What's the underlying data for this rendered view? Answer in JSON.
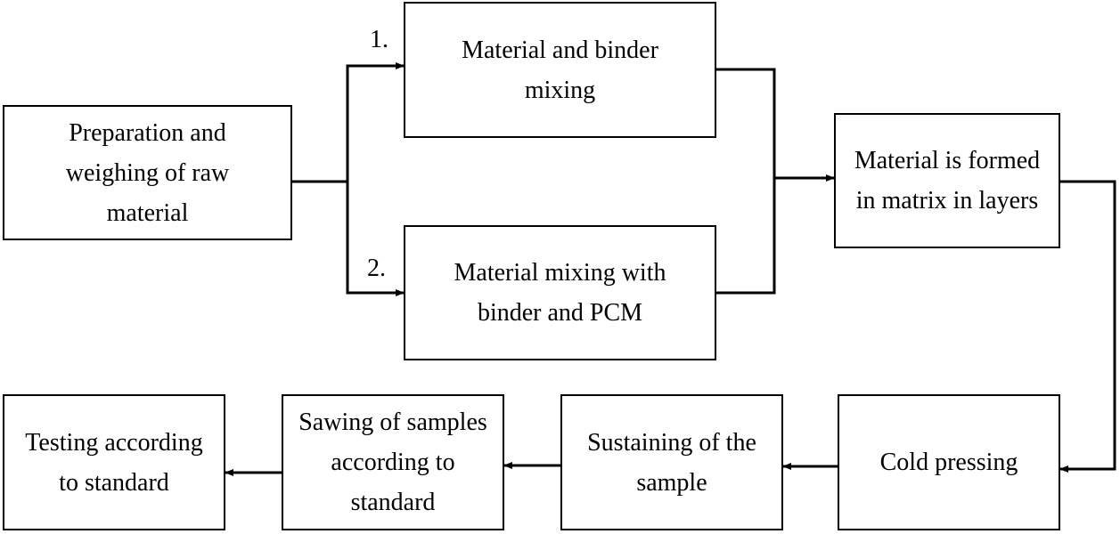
{
  "diagram": {
    "boxes": {
      "preparation": [
        "Preparation and",
        "weighing of raw",
        "material"
      ],
      "mixing_binder": [
        "Material and binder",
        "mixing"
      ],
      "mixing_pcm": [
        "Material mixing with",
        "binder and PCM"
      ],
      "formed_matrix": [
        "Material is formed",
        "in matrix in layers"
      ],
      "cold_pressing": [
        "Cold pressing"
      ],
      "sustaining": [
        "Sustaining of the",
        "sample"
      ],
      "sawing": [
        "Sawing of samples",
        "according to",
        "standard"
      ],
      "testing": [
        "Testing according",
        "to standard"
      ]
    },
    "branch_labels": {
      "first": "1.",
      "second": "2."
    },
    "colors": {
      "line": "#000000",
      "box_border": "#000000",
      "background": "#ffffff"
    }
  }
}
